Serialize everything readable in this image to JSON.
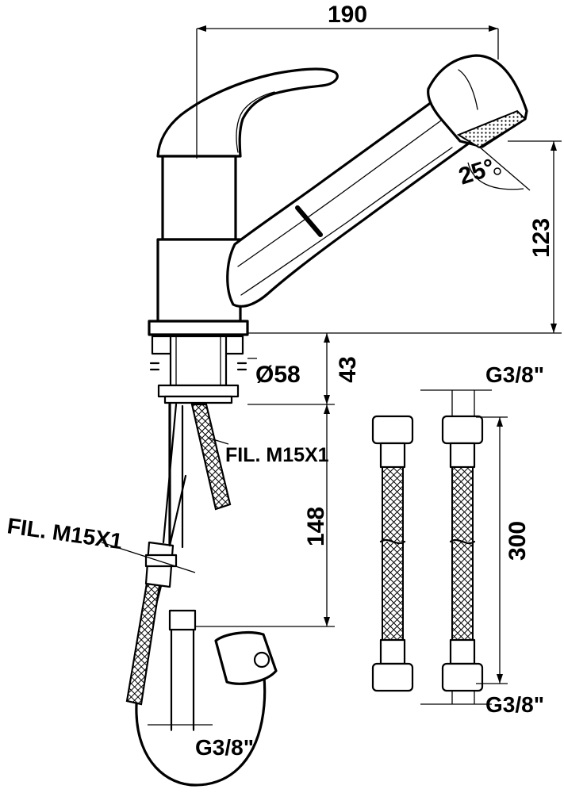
{
  "dimensions": {
    "overall_width": "190",
    "spray_height": "123",
    "spray_angle": "25°",
    "body_diameter": "Ø58",
    "mount_height": "43",
    "hose_length": "148",
    "flex_hose_length": "300"
  },
  "labels": {
    "thread_right": "FIL. M15X1",
    "thread_left": "FIL. M15X1",
    "connection_bottom": "G3/8\"",
    "connection_top_hose": "G3/8\"",
    "connection_bottom_hose": "G3/8\""
  }
}
